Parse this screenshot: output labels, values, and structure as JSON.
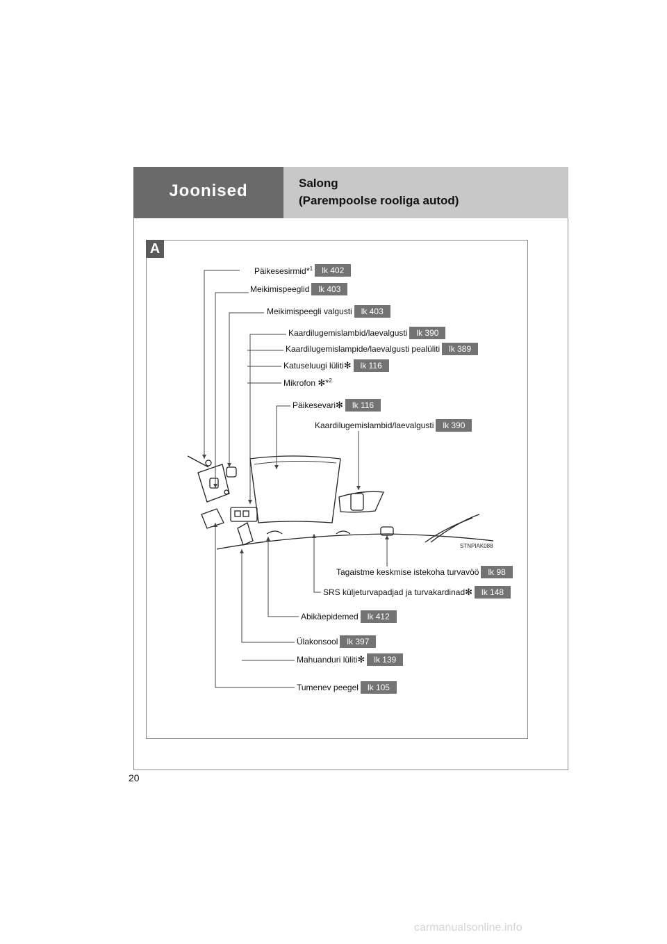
{
  "header": {
    "section": "Joonised",
    "title_line1": "Salong",
    "title_line2": "(Parempoolse rooliga autod)"
  },
  "figure": {
    "label": "A",
    "code": "STNPIAK088"
  },
  "callouts": [
    {
      "label": "Päikesesirmid",
      "mark": "*",
      "sup": "1",
      "page": "lk 402"
    },
    {
      "label": "Meikimispeeglid",
      "page": "lk 403"
    },
    {
      "label": "Meikimispeegli valgusti",
      "page": "lk 403"
    },
    {
      "label": "Kaardilugemislambid/laevalgusti",
      "page": "lk 390"
    },
    {
      "label": "Kaardilugemislampide/laevalgusti pealüliti",
      "page": "lk 389"
    },
    {
      "label": "Katuseluugi lüliti",
      "mark": "✻",
      "page": "lk 116"
    },
    {
      "label": "Mikrofon ",
      "mark": "✻*",
      "sup": "2"
    },
    {
      "label": "Päikesevari",
      "mark": "✻",
      "page": "lk 116"
    },
    {
      "label": "Kaardilugemislambid/laevalgusti",
      "page": "lk 390"
    },
    {
      "label": "Tagaistme keskmise istekoha turvavöö",
      "page": "lk 98"
    },
    {
      "label": "SRS küljeturvapadjad ja turvakardinad",
      "mark": "✻",
      "page": "lk 148"
    },
    {
      "label": "Abikäepidemed",
      "page": "lk 412"
    },
    {
      "label": "Ülakonsool",
      "page": "lk 397"
    },
    {
      "label": "Mahuanduri lüliti",
      "mark": "✻",
      "page": "lk 139"
    },
    {
      "label": "Tumenev peegel",
      "page": "lk 105"
    }
  ],
  "page_number": "20",
  "watermark": "carmanualsonline.info"
}
